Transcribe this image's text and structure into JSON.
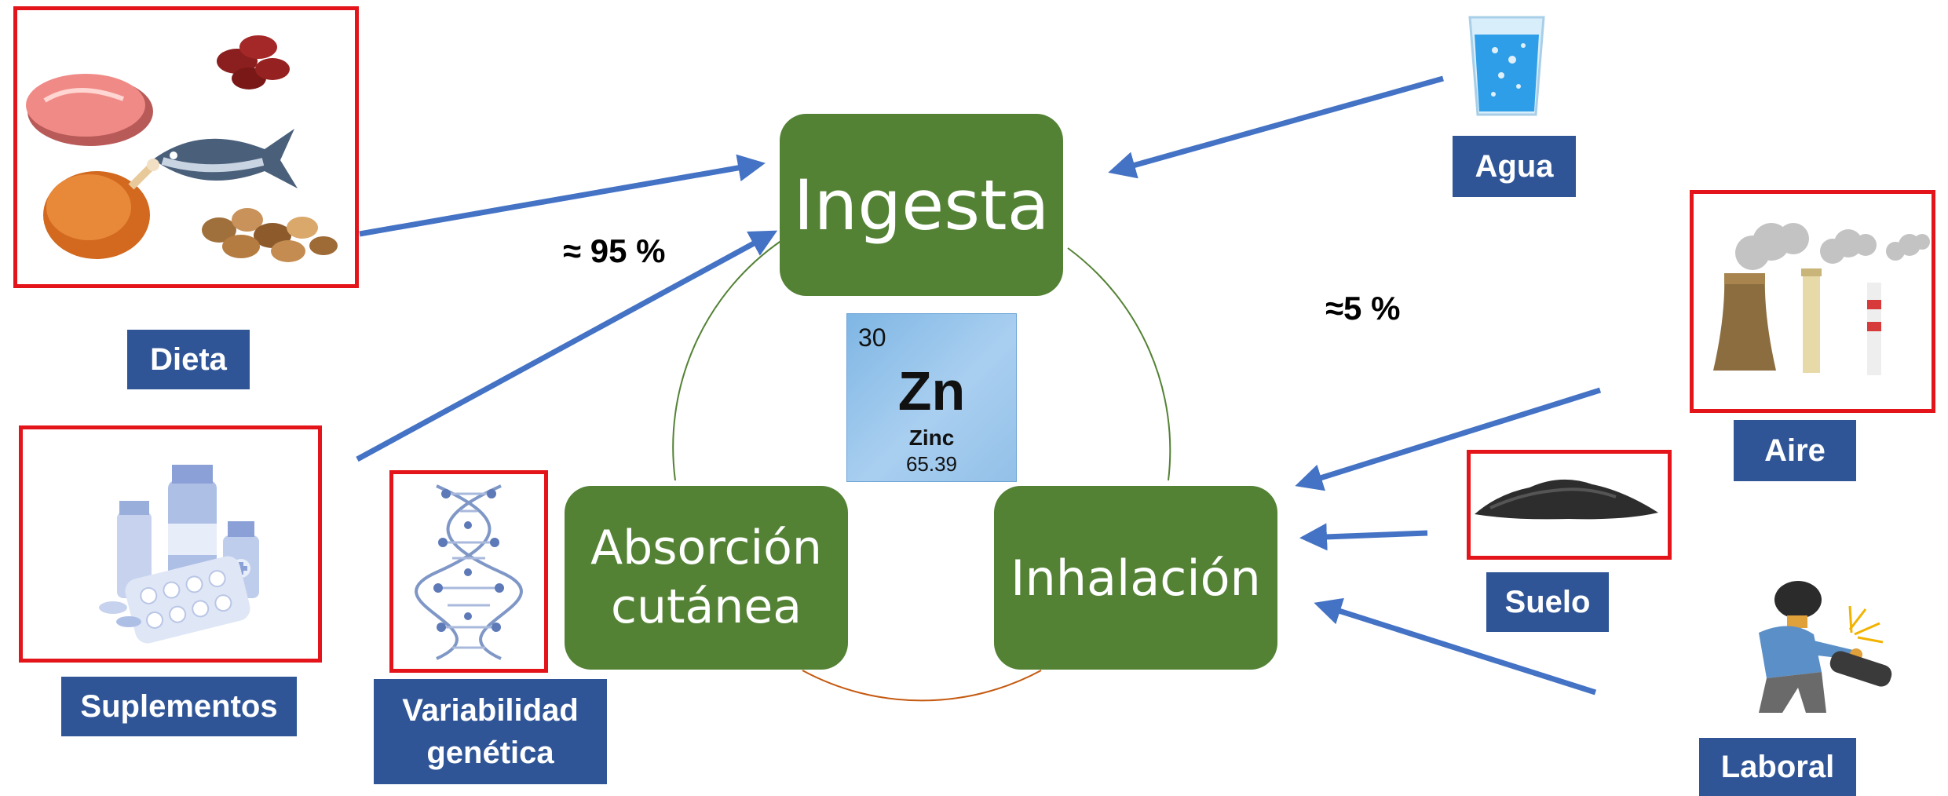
{
  "center": {
    "ingesta": "Ingesta",
    "absorcion_line1": "Absorción",
    "absorcion_line2": "cutánea",
    "inhalacion": "Inhalación"
  },
  "element": {
    "number": "30",
    "symbol": "Zn",
    "name": "Zinc",
    "mass": "65.39"
  },
  "percentages": {
    "ingesta": "≈ 95 %",
    "inhalacion": "≈5 %"
  },
  "labels": {
    "dieta": "Dieta",
    "suplementos": "Suplementos",
    "variabilidad_line1": "Variabilidad",
    "variabilidad_line2": "genética",
    "agua": "Agua",
    "aire": "Aire",
    "suelo": "Suelo",
    "laboral": "Laboral"
  },
  "colors": {
    "node_green": "#548235",
    "label_blue": "#2F5597",
    "arrow_blue": "#4472C4",
    "highlight_red": "#E3151A"
  },
  "icons": [
    "food-icon",
    "supplements-icon",
    "dna-icon",
    "water-glass-icon",
    "factory-icon",
    "soil-icon",
    "welder-icon"
  ]
}
